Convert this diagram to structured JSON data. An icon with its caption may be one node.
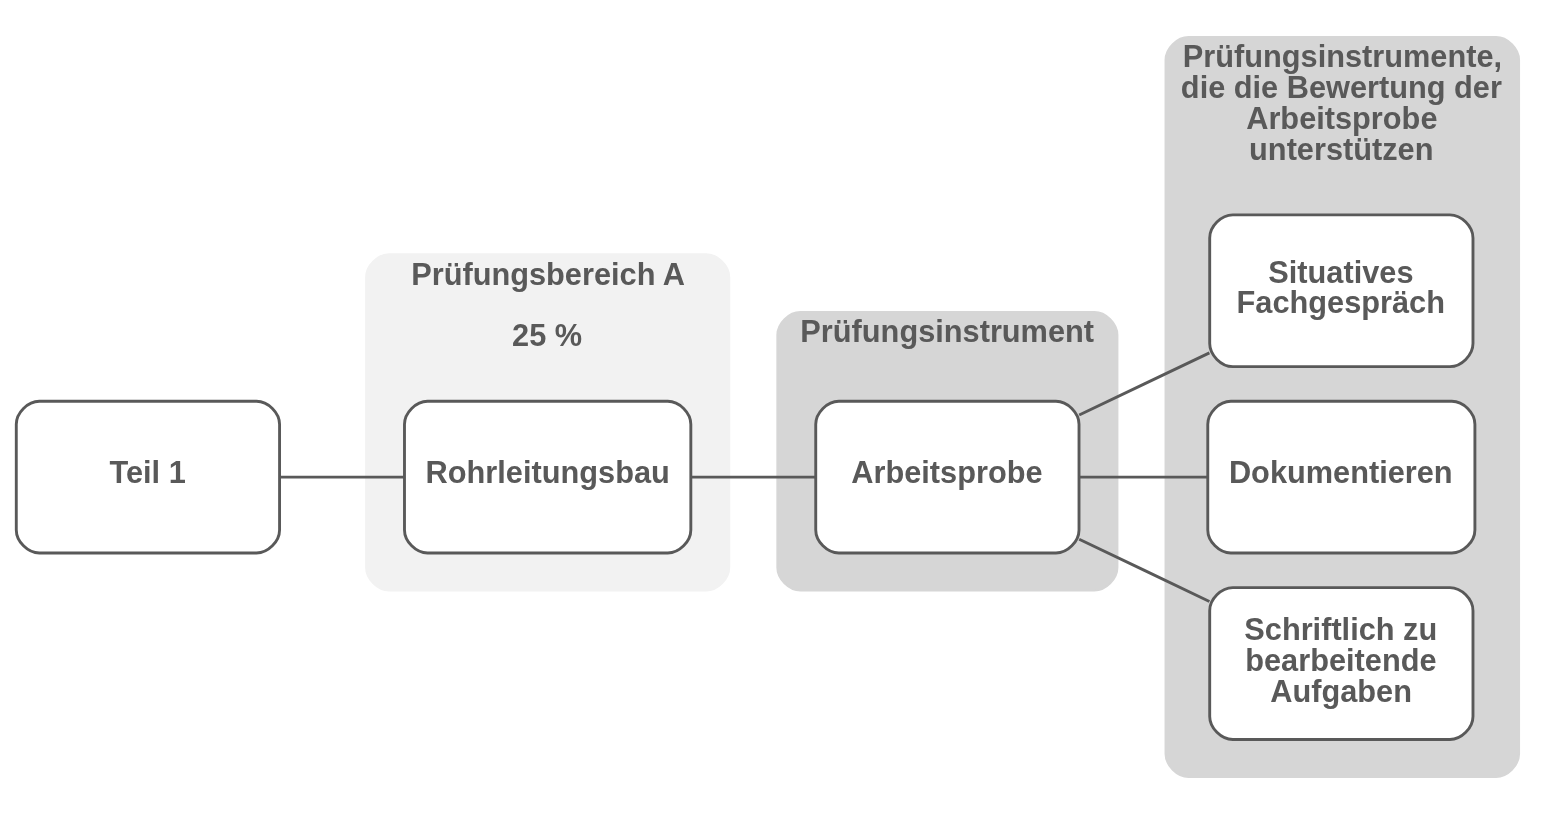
{
  "diagram": {
    "nodes": [
      {
        "text": [
          "Teil 1"
        ]
      },
      {
        "text": [
          "Prüfungsbereich A",
          "25 %"
        ]
      },
      {
        "text": [
          "Rohrleitungsbau"
        ],
        "in": 1
      },
      {
        "text": [
          "Prüfungsinstrument"
        ]
      },
      {
        "text": [
          "Arbeitsprobe"
        ],
        "in": 3
      },
      {
        "text": [
          "Prüfungsinstrumente, die die Bewertung der Arbeitsprobe unterstützen"
        ]
      },
      {
        "text": [
          "Situatives Fachgespräch"
        ],
        "in": 5
      },
      {
        "text": [
          "Dokumentieren"
        ],
        "in": 5
      },
      {
        "text": [
          "Schriftlich zu bearbeitende Aufgaben"
        ],
        "in": 5
      }
    ],
    "edges": [
      {
        "from": 0,
        "to": 2,
        "arrow": "none"
      },
      {
        "from": 2,
        "to": 4,
        "arrow": "none"
      },
      {
        "from": 4,
        "to": 6,
        "arrow": "none"
      },
      {
        "from": 4,
        "to": 7,
        "arrow": "none"
      },
      {
        "from": 4,
        "to": 8,
        "arrow": "none"
      }
    ]
  }
}
